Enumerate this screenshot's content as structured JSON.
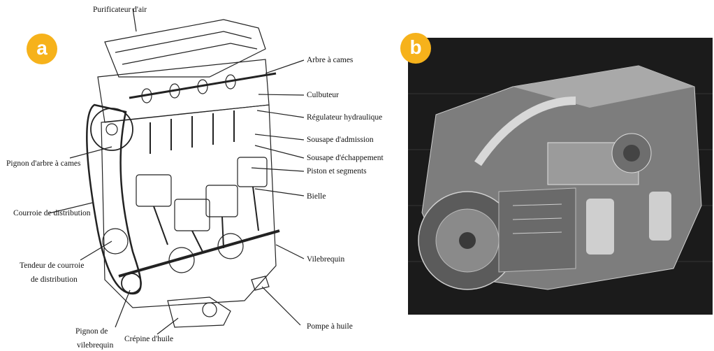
{
  "panels": [
    {
      "badge": "a"
    },
    {
      "badge": "b"
    }
  ],
  "labels": {
    "purificateur": "Purificateur d'air",
    "arbre_cames": "Arbre à cames",
    "culbuteur": "Culbuteur",
    "regulateur": "Régulateur hydraulique",
    "sousape_admission": "Sousape d'admission",
    "sousape_echappement": "Sousape d'échappement",
    "piston": "Piston et segments",
    "bielle": "Bielle",
    "vilebrequin": "Vilebrequin",
    "pompe_huile": "Pompe à huile",
    "pignon_arbre": "Pignon d'arbre à cames",
    "courroie": "Courroie de distribution",
    "tendeur_1": "Tendeur de courroie",
    "tendeur_2": "de distribution",
    "pignon_vile_1": "Pignon de",
    "pignon_vile_2": "vilebrequin",
    "crepine": "Crépine d'huile"
  },
  "colors": {
    "badge": "#f6b21b",
    "ink": "#111111",
    "photo_bg": "#1b1b1b"
  }
}
